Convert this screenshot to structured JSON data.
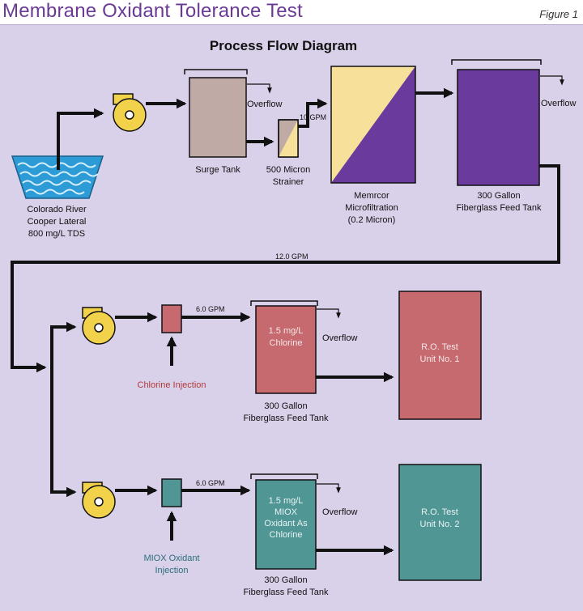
{
  "header": {
    "title": "Membrane Oxidant Tolerance Test",
    "figure_label": "Figure 1"
  },
  "diagram": {
    "title": "Process Flow Diagram",
    "source": [
      "Colorado River",
      "Cooper Lateral",
      "800 mg/L TDS"
    ],
    "surge_tank": "Surge Tank",
    "strainer": [
      "500 Micron",
      "Strainer"
    ],
    "microfiltration": [
      "Memrcor",
      "Microfiltration",
      "(0.2 Micron)"
    ],
    "feed_tank_top": [
      "300 Gallon",
      "Fiberglass Feed Tank"
    ],
    "overflow": "Overflow",
    "flow_10": "10 GPM",
    "flow_12": "12.0 GPM",
    "flow_6a": "6.0 GPM",
    "flow_6b": "6.0 GPM",
    "chlorine_injection": "Chlorine Injection",
    "chlorine_tank": [
      "1.5 mg/L",
      "Chlorine"
    ],
    "feed_tank_chlorine": [
      "300 Gallon",
      "Fiberglass Feed Tank"
    ],
    "ro_unit_1": [
      "R.O. Test",
      "Unit No. 1"
    ],
    "miox_injection": [
      "MIOX Oxidant",
      "Injection"
    ],
    "miox_tank": [
      "1.5 mg/L",
      "MIOX",
      "Oxidant As",
      "Chlorine"
    ],
    "feed_tank_miox": [
      "300 Gallon",
      "Fiberglass Feed Tank"
    ],
    "ro_unit_2": [
      "R.O. Test",
      "Unit No. 2"
    ]
  },
  "colors": {
    "title": "#6a3a96",
    "background": "#d9d0e9",
    "pump": "#f2d24a",
    "surge": "#bfaaa5",
    "purple": "#6a3a9c",
    "yellow": "#f6e09a",
    "red": "#c76a70",
    "teal": "#4f9695",
    "water": "#2d9bd6",
    "red_text": "#b03a3a",
    "teal_text": "#2c6f7a"
  }
}
